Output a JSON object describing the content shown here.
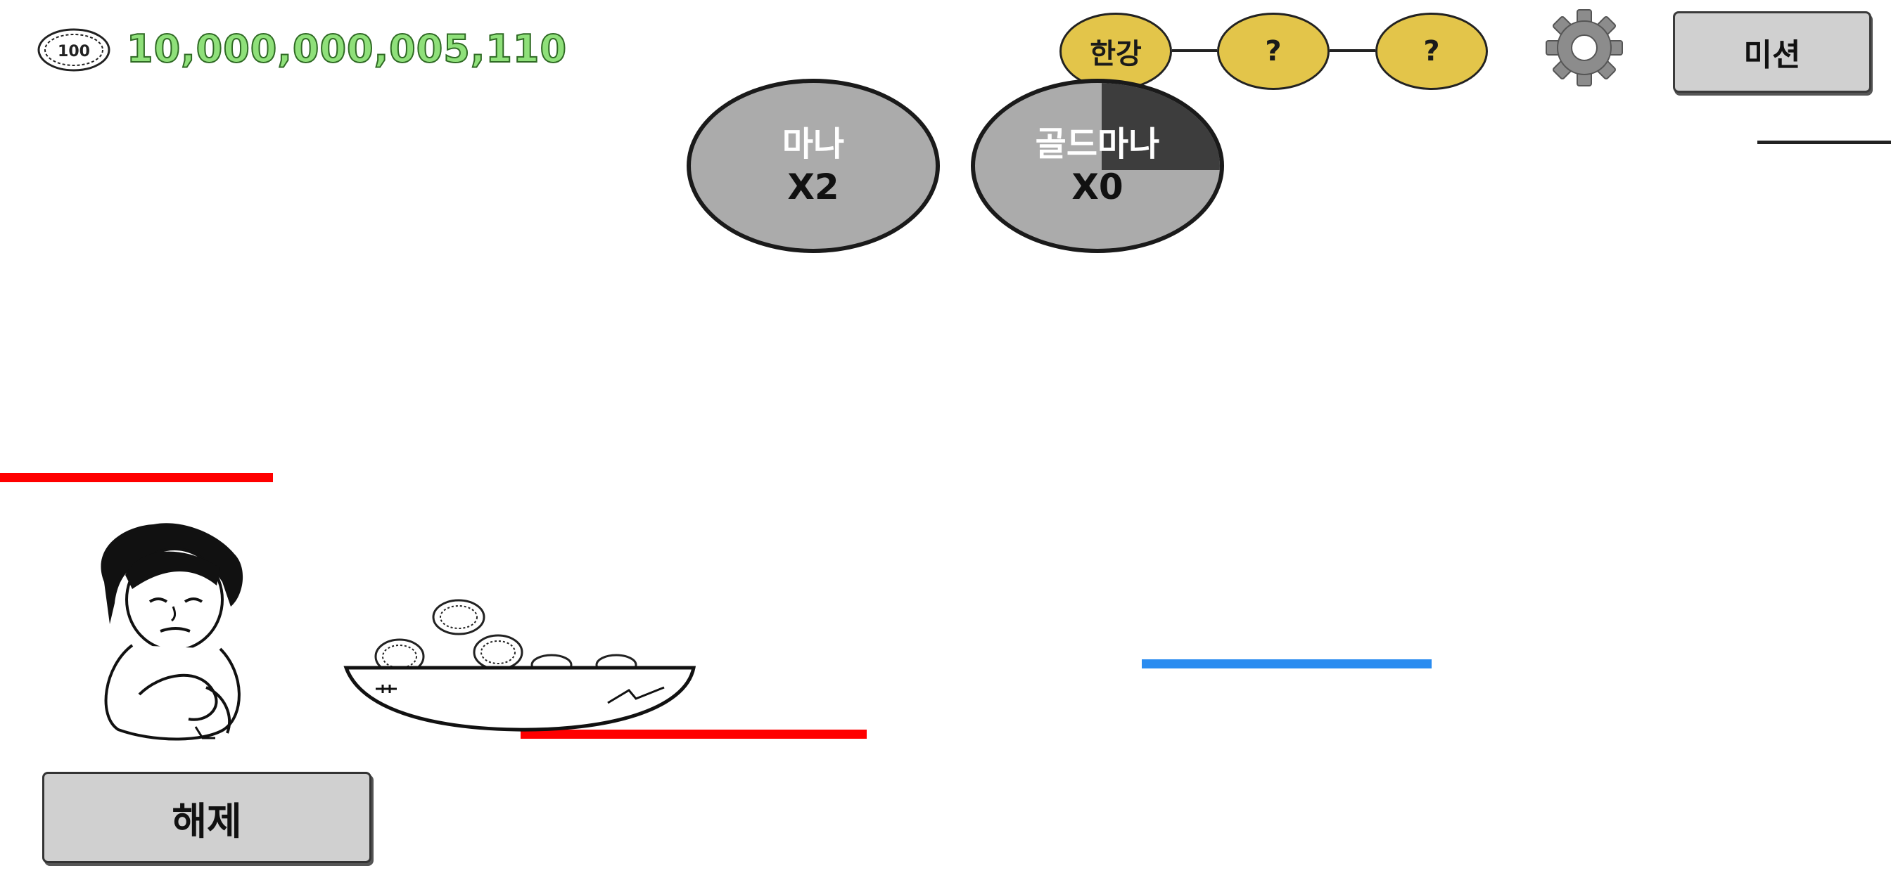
{
  "currency": {
    "amount": "10,000,000,005,110",
    "coin_denomination": "100",
    "coin_icon": "coin-100-icon",
    "amount_color": "#8fe07a"
  },
  "stages": {
    "nodes": [
      {
        "label": "한강"
      },
      {
        "label": "?"
      },
      {
        "label": "?"
      }
    ],
    "node_color": "#e3c54a"
  },
  "settings": {
    "icon": "gear-icon"
  },
  "mission": {
    "label": "미션"
  },
  "boosts": [
    {
      "name": "마나",
      "multiplier": "X2"
    },
    {
      "name": "골드마나",
      "multiplier": "X0",
      "cooldown_fraction": 0.25
    }
  ],
  "unlock": {
    "label": "해제"
  },
  "colors": {
    "danger_line": "#ff0000",
    "target_line": "#2a8cf0"
  }
}
